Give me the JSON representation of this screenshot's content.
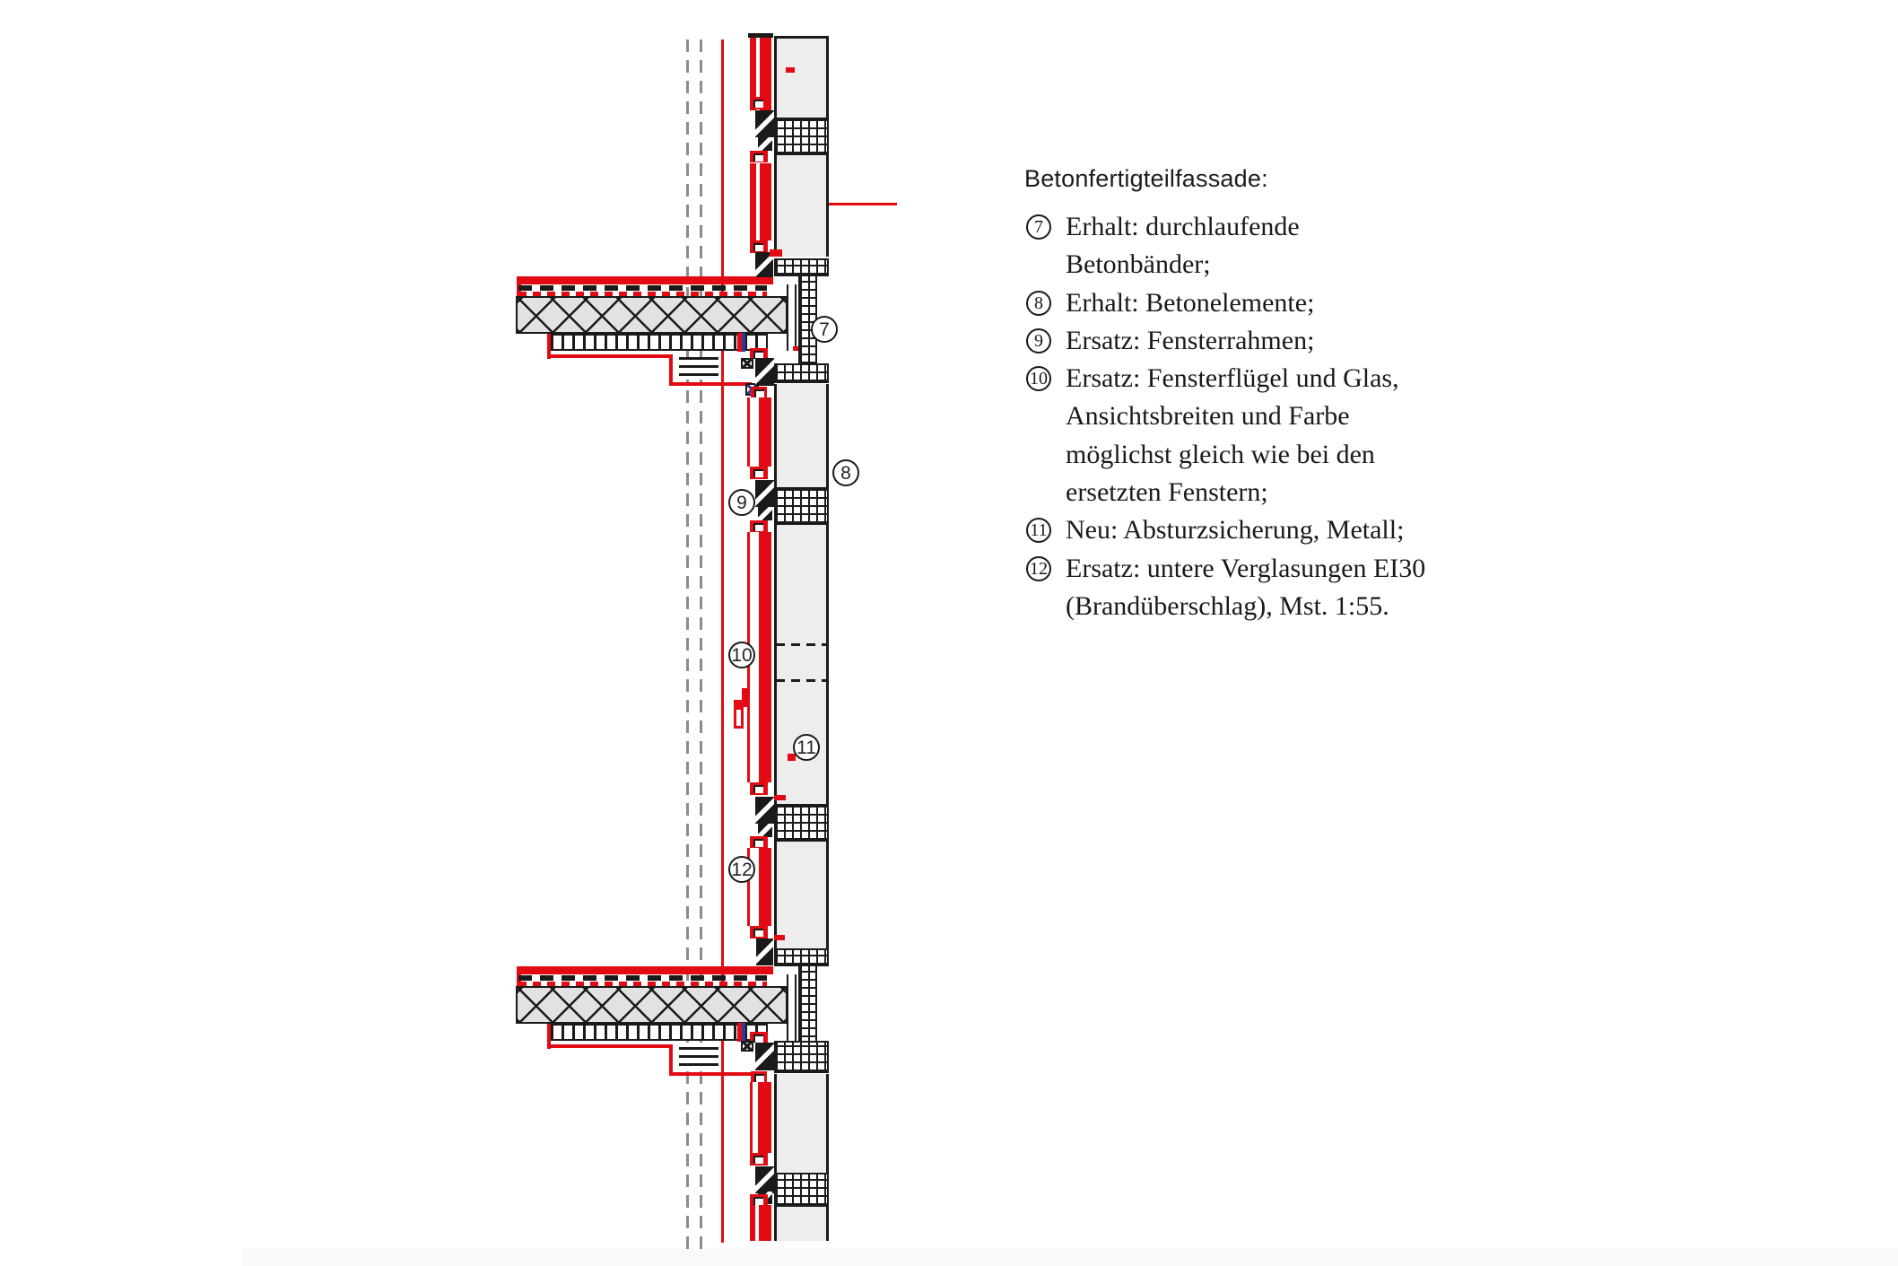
{
  "legend": {
    "title": "Betonfertigteilfassade:",
    "items": [
      {
        "num": "7",
        "lines": [
          "Erhalt: durchlaufende",
          "Betonbänder;"
        ]
      },
      {
        "num": "8",
        "lines": [
          "Erhalt: Betonelemente;"
        ]
      },
      {
        "num": "9",
        "lines": [
          "Ersatz: Fensterrahmen;"
        ]
      },
      {
        "num": "10",
        "lines": [
          "Ersatz: Fensterflügel und Glas,",
          "Ansichtsbreiten und Farbe",
          "möglichst gleich wie bei den",
          "ersetzten Fenstern;"
        ]
      },
      {
        "num": "11",
        "lines": [
          "Neu: Absturzsicherung, Metall;"
        ]
      },
      {
        "num": "12",
        "lines": [
          "Ersatz: untere Verglasungen EI30",
          "(Brandüberschlag), Mst. 1:55."
        ]
      }
    ]
  },
  "drawing": {
    "callouts": [
      {
        "label": "7"
      },
      {
        "label": "8"
      },
      {
        "label": "9"
      },
      {
        "label": "10"
      },
      {
        "label": "11"
      },
      {
        "label": "12"
      }
    ],
    "colors": {
      "red": "#e30b13",
      "panel": "#ededed",
      "ink": "#1a1a1a",
      "dashgray": "#8c8c8c",
      "blue": "#2e3a97",
      "barg": "#f9f9f9"
    }
  }
}
